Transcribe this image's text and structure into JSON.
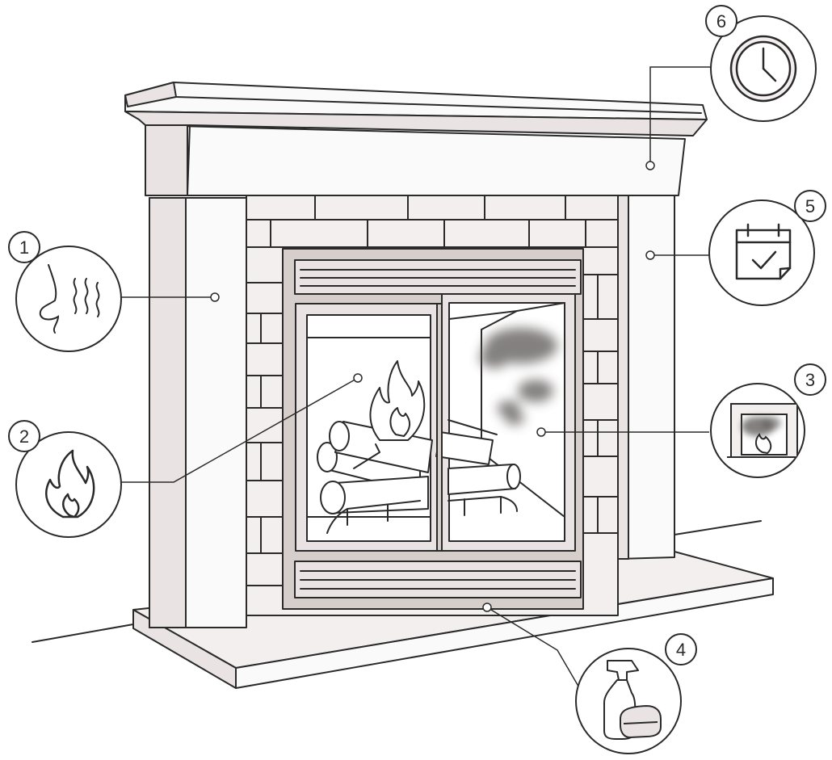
{
  "callouts": [
    {
      "number": "1",
      "icon": "nose-smell-icon",
      "target": "left-pilaster"
    },
    {
      "number": "2",
      "icon": "flame-icon",
      "target": "firebox-flame"
    },
    {
      "number": "3",
      "icon": "smoky-fireplace-icon",
      "target": "smoke-stain-glass"
    },
    {
      "number": "4",
      "icon": "spray-bottle-sponge-icon",
      "target": "hearth"
    },
    {
      "number": "5",
      "icon": "calendar-check-icon",
      "target": "right-pilaster"
    },
    {
      "number": "6",
      "icon": "clock-icon",
      "target": "mantel"
    }
  ],
  "colors": {
    "line": "#2a2a2a",
    "surround": "#fafafa",
    "surround_shade": "#e9e4e3",
    "tile": "#f2efee",
    "frame": "#d6cecb",
    "smoke": "#5a5655",
    "background": "#ffffff"
  }
}
